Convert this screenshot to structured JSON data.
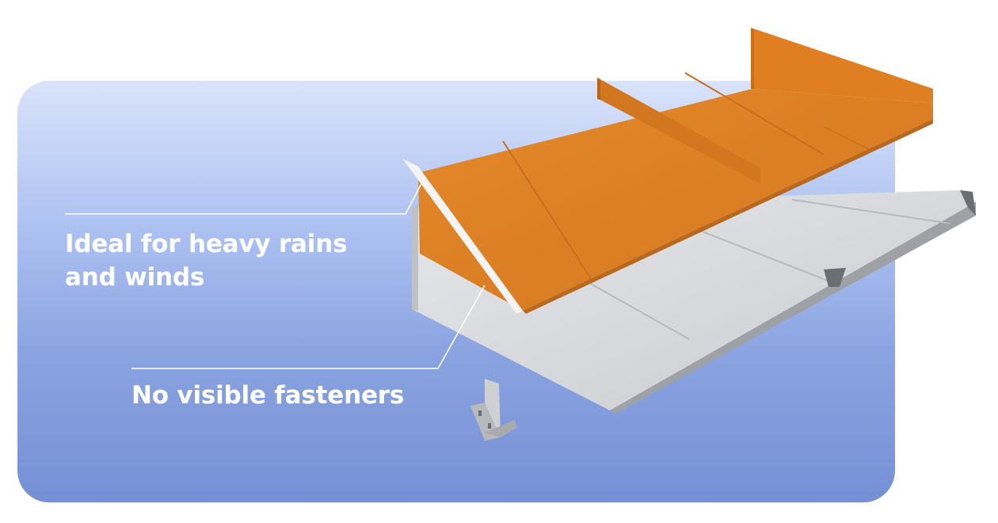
{
  "callouts": [
    {
      "text": "Ideal for heavy rains\nand winds"
    },
    {
      "text": "No visible fasteners"
    }
  ],
  "colors": {
    "panel_top": "#d9e3fb",
    "panel_bottom": "#7590d6",
    "roof_orange": "#e0842a",
    "roof_grey": "#dcdde0",
    "text": "#ffffff"
  },
  "icons": [
    "roof-panel-image",
    "clip-bracket-icon"
  ]
}
